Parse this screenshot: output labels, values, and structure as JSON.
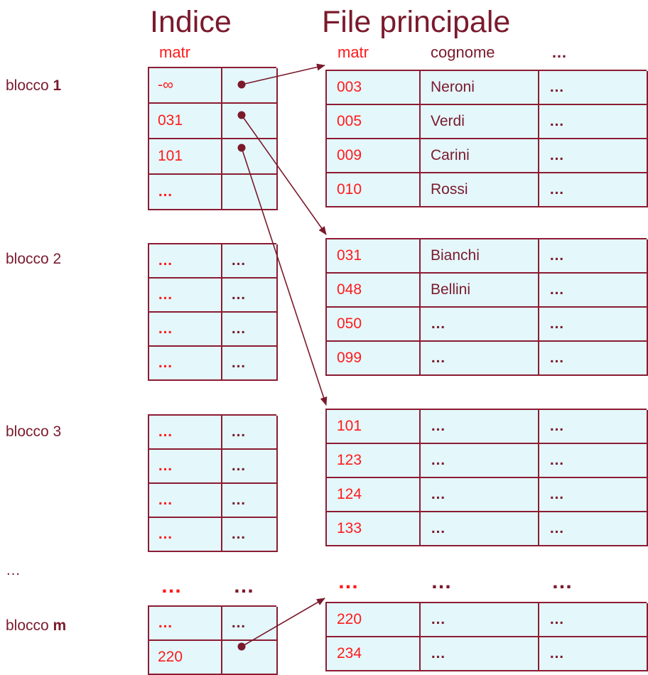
{
  "titles": {
    "index": "Indice",
    "main": "File principale"
  },
  "index_header": "matr",
  "main_headers": [
    "matr",
    "cognome",
    "…"
  ],
  "block_labels": [
    {
      "prefix": "blocco ",
      "bold": "1"
    },
    {
      "prefix": "blocco 2",
      "bold": ""
    },
    {
      "prefix": "blocco 3",
      "bold": ""
    },
    {
      "prefix": "blocco ",
      "bold": "m"
    }
  ],
  "index_blocks": [
    [
      [
        "-∞",
        ""
      ],
      [
        "031",
        ""
      ],
      [
        "101",
        ""
      ],
      [
        "…",
        ""
      ]
    ],
    [
      [
        "…",
        "…"
      ],
      [
        "…",
        "…"
      ],
      [
        "…",
        "…"
      ],
      [
        "…",
        "…"
      ]
    ],
    [
      [
        "…",
        "…"
      ],
      [
        "…",
        "…"
      ],
      [
        "…",
        "…"
      ],
      [
        "…",
        "…"
      ]
    ],
    [
      [
        "…",
        "…"
      ],
      [
        "220",
        ""
      ]
    ]
  ],
  "main_blocks": [
    [
      [
        "003",
        "Neroni",
        "…"
      ],
      [
        "005",
        "Verdi",
        "…"
      ],
      [
        "009",
        "Carini",
        "…"
      ],
      [
        "010",
        "Rossi",
        "…"
      ]
    ],
    [
      [
        "031",
        "Bianchi",
        "…"
      ],
      [
        "048",
        "Bellini",
        "…"
      ],
      [
        "050",
        "…",
        "…"
      ],
      [
        "099",
        "…",
        "…"
      ]
    ],
    [
      [
        "101",
        "…",
        "…"
      ],
      [
        "123",
        "…",
        "…"
      ],
      [
        "124",
        "…",
        "…"
      ],
      [
        "133",
        "…",
        "…"
      ]
    ],
    [
      [
        "220",
        "…",
        "…"
      ],
      [
        "234",
        "…",
        "…"
      ]
    ]
  ],
  "gap_ellipsis": "…",
  "separators": {
    "index": [
      "…",
      "…"
    ],
    "main": [
      "…",
      "…",
      "…"
    ]
  },
  "colors": {
    "key": "#ff1a1a",
    "text": "#7a1a2c",
    "cell_bg": "#e4f7fb",
    "border": "#8c1c33"
  }
}
